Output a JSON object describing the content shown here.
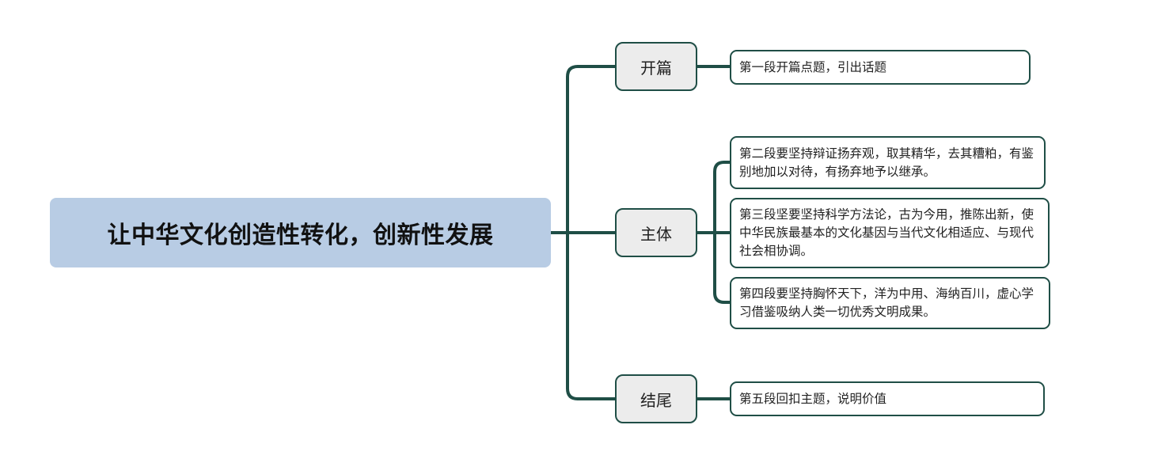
{
  "root": {
    "title": "让中华文化创造性转化，创新性发展"
  },
  "branches": [
    {
      "label": "开篇",
      "children": [
        "第一段开篇点题，引出话题"
      ]
    },
    {
      "label": "主体",
      "children": [
        "第二段要坚持辩证扬弃观，取其精华，去其糟粕，有鉴别地加以对待，有扬弃地予以继承。",
        "第三段坚要坚持科学方法论，古为今用，推陈出新，使中华民族最基本的文化基因与当代文化相适应、与现代社会相协调。",
        "第四段要坚持胸怀天下，洋为中用、海纳百川，虚心学习借鉴吸纳人类一切优秀文明成果。"
      ]
    },
    {
      "label": "结尾",
      "children": [
        "第五段回扣主题，说明价值"
      ]
    }
  ],
  "colors": {
    "root_fill": "#b8cce4",
    "branch_fill": "#ececec",
    "connector": "#1f4e46",
    "leaf_fill": "#ffffff"
  }
}
